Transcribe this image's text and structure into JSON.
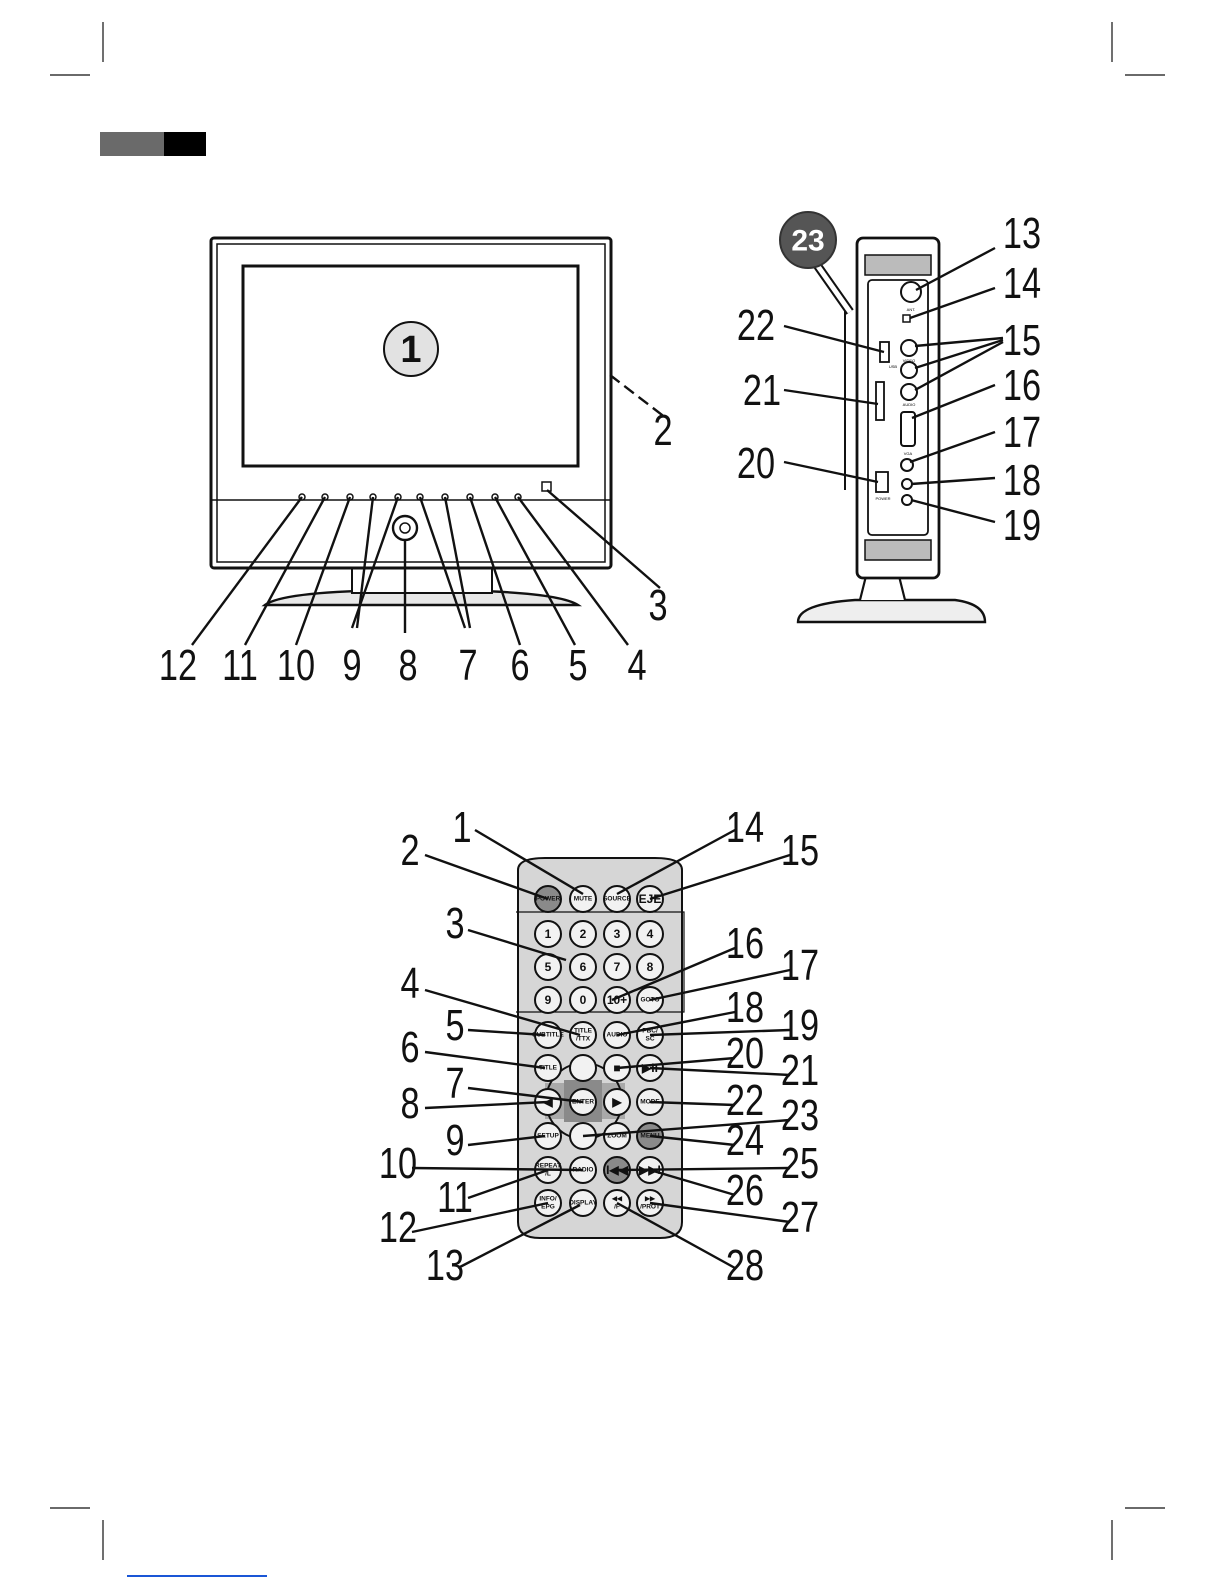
{
  "colors": {
    "ink": "#111111",
    "remote_body": "#d6d6d6",
    "header_grey": "#6a6a6a",
    "header_black": "#000000",
    "dark_button": "#8a8a8a",
    "link_blue": "#1a56d6"
  },
  "tv_front": {
    "screen_badge": "1",
    "callouts": [
      "2",
      "3",
      "4",
      "5",
      "6",
      "7",
      "8",
      "9",
      "10",
      "11",
      "12"
    ]
  },
  "tv_side": {
    "antenna_badge": "23",
    "callouts": [
      "13",
      "14",
      "15",
      "16",
      "17",
      "18",
      "19",
      "20",
      "21",
      "22"
    ],
    "port_labels": [
      "ANT.",
      "VIDEO",
      "AUDIO",
      "VGA",
      "USB",
      "POWER"
    ]
  },
  "remote": {
    "callouts": [
      "1",
      "2",
      "3",
      "4",
      "5",
      "6",
      "7",
      "8",
      "9",
      "10",
      "11",
      "12",
      "13",
      "14",
      "15",
      "16",
      "17",
      "18",
      "19",
      "20",
      "21",
      "22",
      "23",
      "24",
      "25",
      "26",
      "27",
      "28"
    ],
    "buttons": {
      "power": "POWER",
      "mute": "MUTE",
      "source": "SOURCE",
      "eject": "EJE",
      "n1": "1",
      "n2": "2",
      "n3": "3",
      "n4": "4",
      "n5": "5",
      "n6": "6",
      "n7": "7",
      "n8": "8",
      "n9": "9",
      "n0": "0",
      "n10": "10+",
      "goto": "GOTO",
      "subtitle": "SUBTITLE",
      "ttx": "TITLE /TTX",
      "audio": "AUDIO",
      "pbc": "PBC/ SC",
      "title": "TITLE",
      "up": "",
      "stop": "■",
      "play": "▶II",
      "left": "◀",
      "enter": "ENTER",
      "right": "▶",
      "mode": "MODE",
      "setup": "SETUP",
      "down": "",
      "zoom": "ZOOM",
      "menu": "MENU",
      "repeat": "REPEAT /L",
      "radio": "RADIO",
      "prev": "I◀◀",
      "next": "▶▶I",
      "epg": "INFO/ EPG",
      "display": "DISPLAY",
      "rew": "◀◀ /F",
      "fwd": "▶▶ /PROT"
    }
  }
}
